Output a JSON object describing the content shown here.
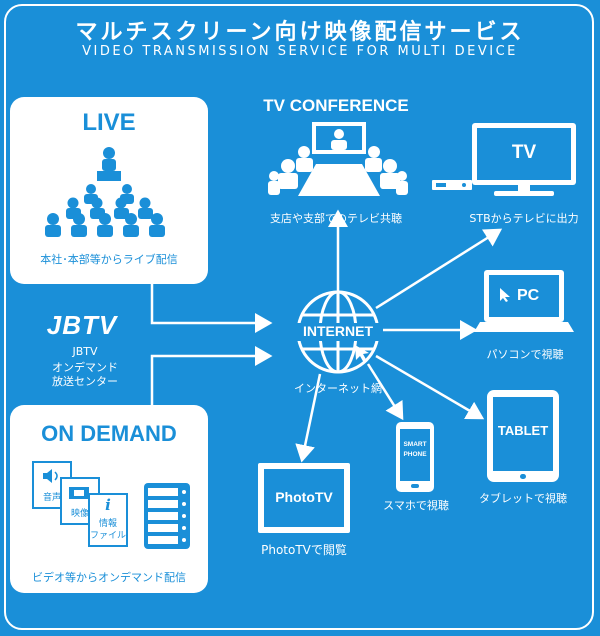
{
  "header": {
    "title_jp": "マルチスクリーン向け映像配信サービス",
    "title_en": "VIDEO TRANSMISSION SERVICE FOR MULTI DEVICE"
  },
  "live": {
    "title": "LIVE",
    "caption": "本社･本部等からライブ配信"
  },
  "jbtv": {
    "logo": "JBTV",
    "line1": "JBTV",
    "line2": "オンデマンド",
    "line3": "放送センター"
  },
  "ondemand": {
    "title": "ON DEMAND",
    "caption": "ビデオ等からオンデマンド配信",
    "file_audio": "音声",
    "file_video": "映像",
    "file_info1": "情報",
    "file_info2": "ファイル"
  },
  "internet": {
    "label": "INTERNET",
    "caption": "インターネット網"
  },
  "tv_conference": {
    "title": "TV CONFERENCE",
    "caption": "支店や支部でのテレビ共聴"
  },
  "tv": {
    "screen_label": "TV",
    "caption": "STBからテレビに出力"
  },
  "pc": {
    "screen_label": "PC",
    "caption": "パソコンで視聴"
  },
  "smartphone": {
    "screen_line1": "SMART",
    "screen_line2": "PHONE",
    "caption": "スマホで視聴"
  },
  "tablet": {
    "screen_label": "TABLET",
    "caption": "タブレットで視聴"
  },
  "phototv": {
    "screen_label": "PhotoTV",
    "caption": "PhotoTVで閲覧"
  },
  "colors": {
    "background": "#1a8fd8",
    "foreground": "#ffffff"
  }
}
